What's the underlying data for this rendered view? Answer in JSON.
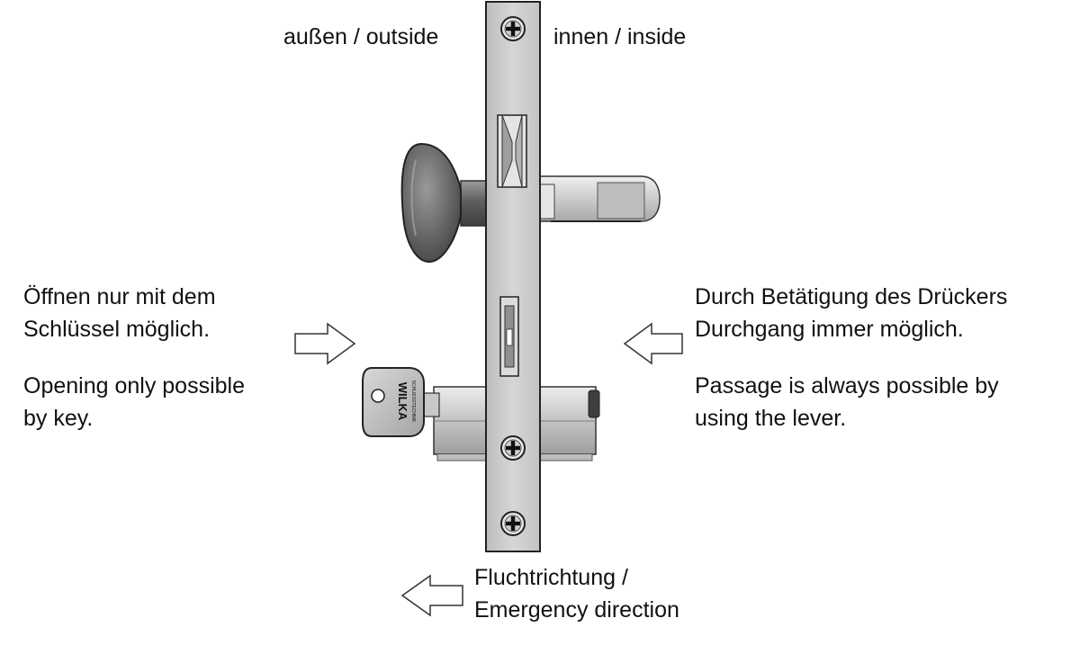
{
  "labels": {
    "outside": "außen / outside",
    "inside": "innen / inside"
  },
  "notes": {
    "left_de": [
      "Öffnen nur mit dem",
      "Schlüssel möglich."
    ],
    "left_en": [
      "Opening only possible",
      "by key."
    ],
    "right_de": [
      "Durch Betätigung des Drückers",
      "Durchgang immer möglich."
    ],
    "right_en": [
      "Passage is always possible by",
      "using the lever."
    ]
  },
  "escape": {
    "line1": "Fluchtrichtung /",
    "line2": "Emergency direction"
  },
  "key": {
    "brand": "WILKA",
    "subtitle": "SCHLIESSTECHNIK"
  },
  "colors": {
    "faceplate": "#cfcfcf",
    "knob": "#6a6a6a",
    "lever": "#c9c9c9",
    "cylinder": "#c6c6c6",
    "arrow": "#ffffff",
    "outline": "#333333"
  }
}
